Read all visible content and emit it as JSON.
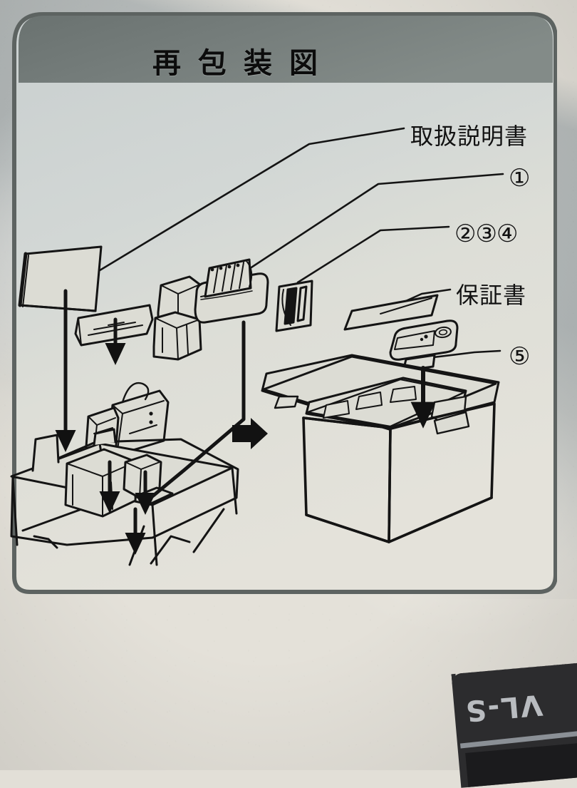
{
  "document": {
    "title": "再包装図",
    "title_reading": "Repackaging Diagram",
    "panel_background": "#cfd3d2",
    "title_band_color": "#6e7674",
    "ink_color": "#111111"
  },
  "labels": [
    {
      "id": "manual",
      "text": "取扱説明書",
      "meaning": "instruction manual"
    },
    {
      "id": "one",
      "text": "①",
      "meaning": "accessory 1"
    },
    {
      "id": "two34",
      "text": "②③④",
      "meaning": "accessories 2, 3 and 4"
    },
    {
      "id": "warranty",
      "text": "保証書",
      "meaning": "warranty card"
    },
    {
      "id": "five",
      "text": "⑤",
      "meaning": "accessory 5"
    }
  ],
  "label_text": {
    "manual": "取扱説明書",
    "one": "①",
    "two34": "②③④",
    "warranty": "保証書",
    "five": "⑤"
  },
  "product": {
    "model_text": "VL-S"
  },
  "diagram": {
    "left_scene_caption": "parts packed into lower carton",
    "right_scene_caption": "handset placed into closed carton",
    "flow_arrow": "→"
  }
}
